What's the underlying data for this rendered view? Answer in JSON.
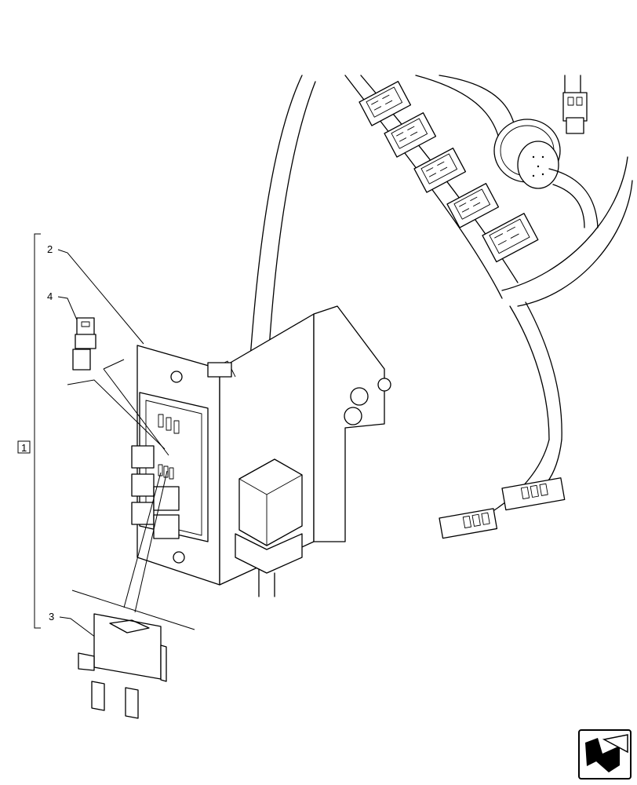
{
  "callouts": {
    "group": "1",
    "fuse_box": "2",
    "fuse": "3",
    "relay_connector": "4"
  },
  "nav_icon": "page-turn-arrow-icon"
}
